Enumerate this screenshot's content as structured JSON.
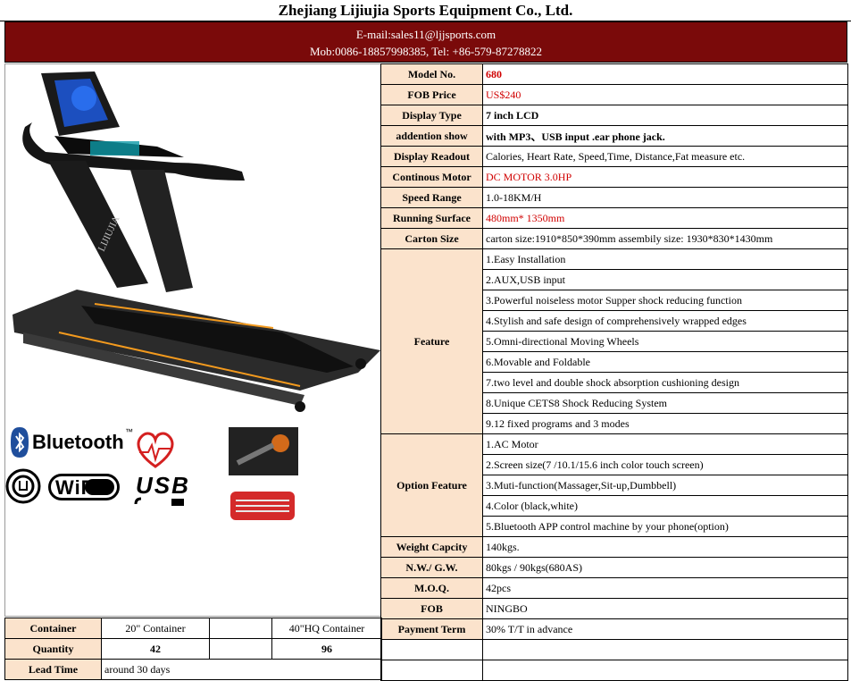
{
  "header": {
    "company": "Zhejiang Lijiujia Sports Equipment Co., Ltd.",
    "email": "E-mail:sales11@ljjsports.com",
    "phone": "Mob:0086-18857998385,  Tel:  +86-579-87278822"
  },
  "specs": [
    {
      "label": "Model No.",
      "value": "680",
      "style": "redbold"
    },
    {
      "label": "FOB Price",
      "value": "US$240",
      "style": "red"
    },
    {
      "label": "Display Type",
      "value": "7 inch LCD",
      "style": "bold"
    },
    {
      "label": "addention show",
      "value": "with MP3、USB input .ear phone jack.",
      "style": "bold"
    },
    {
      "label": "Display Readout",
      "value": "Calories, Heart Rate, Speed,Time, Distance,Fat measure etc.",
      "style": ""
    },
    {
      "label": "Continous Motor",
      "value": "DC MOTOR  3.0HP",
      "style": "red"
    },
    {
      "label": "Speed Range",
      "value": "1.0-18KM/H",
      "style": ""
    },
    {
      "label": "Running Surface",
      "value": "480mm* 1350mm",
      "style": "red"
    },
    {
      "label": "Carton Size",
      "value": "carton size:1910*850*390mm  assembily size: 1930*830*1430mm",
      "style": ""
    }
  ],
  "feature": {
    "label": "Feature",
    "items": [
      "1.Easy Installation",
      "2.AUX,USB input",
      "3.Powerful noiseless motor Supper shock reducing function",
      "4.Stylish and safe design of comprehensively wrapped edges",
      "5.Omni-directional Moving Wheels",
      "6.Movable and Foldable",
      "7.two level and double shock absorption cushioning design",
      "8.Unique CETS8 Shock Reducing System",
      "9.12 fixed programs and 3 modes"
    ]
  },
  "option": {
    "label": "Option Feature",
    "items": [
      "1.AC Motor",
      "2.Screen size(7 /10.1/15.6  inch color touch screen)",
      "3.Muti-function(Massager,Sit-up,Dumbbell)",
      "4.Color (black,white)",
      "5.Bluetooth APP control machine by your phone(option)"
    ]
  },
  "specs2": [
    {
      "label": "Weight Capcity",
      "value": "140kgs."
    },
    {
      "label": "N.W./ G.W.",
      "value": "80kgs / 90kgs(680AS)"
    },
    {
      "label": "M.O.Q.",
      "value": "42pcs"
    },
    {
      "label": "FOB",
      "value": "NINGBO"
    },
    {
      "label": "Payment Term",
      "value": "30% T/T in  advance"
    }
  ],
  "container": {
    "label": "Container",
    "c20": "20\" Container",
    "c40": "40\"HQ Container",
    "qty_label": "Quantity",
    "q20": "42",
    "q40": "96",
    "lead_label": "Lead Time",
    "lead": "around 30 days"
  },
  "icons": {
    "bluetooth": "Bluetooth",
    "tm": "™",
    "wifi": "WiFi",
    "usb": "USB"
  }
}
